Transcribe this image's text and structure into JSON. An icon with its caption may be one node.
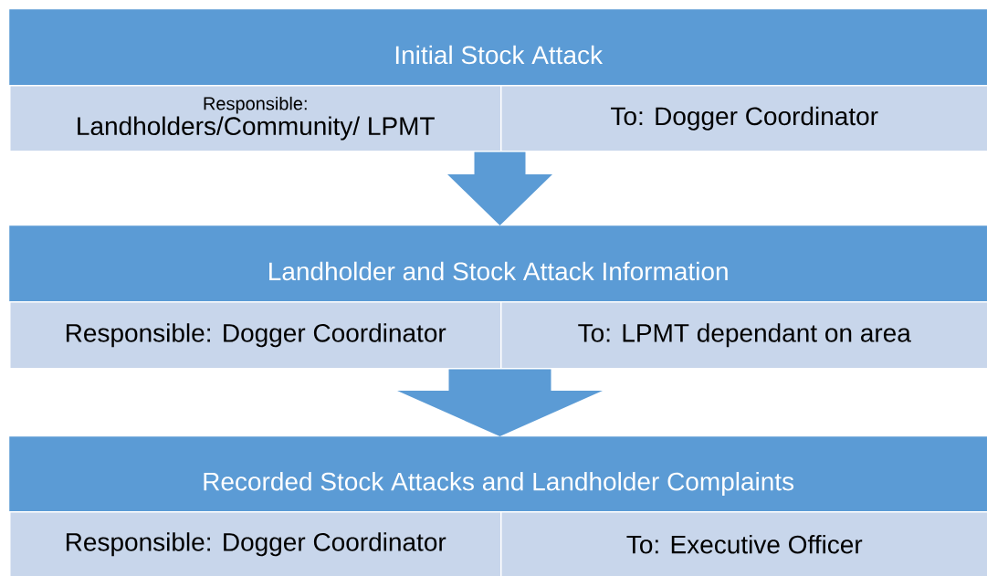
{
  "diagram": {
    "nodes": [
      {
        "text": [
          "Initial Stock Attack"
        ]
      },
      {
        "text": [
          "Responsible:",
          "Landholders/Community/ LPMT"
        ]
      },
      {
        "text": [
          "To: Dogger Coordinator"
        ]
      },
      {
        "text": [
          "Landholder and Stock Attack Information"
        ]
      },
      {
        "text": [
          "Responsible: Dogger Coordinator"
        ]
      },
      {
        "text": [
          "To: LPMT dependant on area"
        ]
      },
      {
        "text": [
          "Recorded Stock Attacks and Landholder Complaints"
        ]
      },
      {
        "text": [
          "Responsible: Dogger Coordinator"
        ]
      },
      {
        "text": [
          "To: Executive Officer"
        ]
      }
    ],
    "edges": [
      {
        "from": 1,
        "to": 3,
        "arrow": "to",
        "style": "thick"
      },
      {
        "from": 2,
        "to": 3,
        "arrow": "to",
        "style": "thick"
      },
      {
        "from": 4,
        "to": 6,
        "arrow": "to",
        "style": "thick"
      },
      {
        "from": 5,
        "to": 6,
        "arrow": "to",
        "style": "thick"
      }
    ]
  }
}
